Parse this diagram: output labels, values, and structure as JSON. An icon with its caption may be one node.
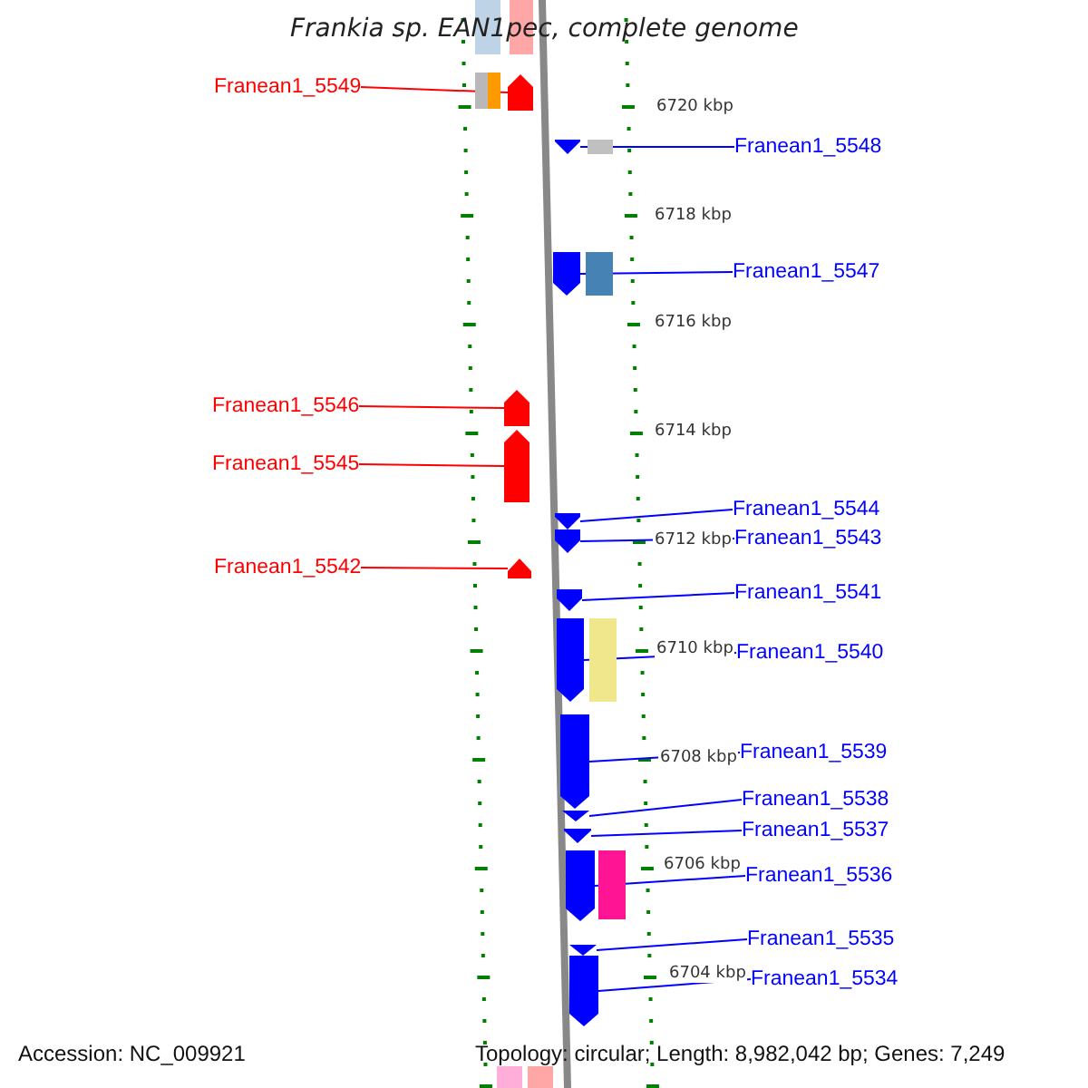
{
  "diagram": {
    "title": "Frankia sp. EAN1pec, complete genome",
    "nodes": [
      {
        "text": [
          "Franean1_5549"
        ]
      },
      {
        "text": [],
        "shape": "arrow"
      },
      {
        "text": [
          "Franean1_5548"
        ]
      },
      {
        "text": [],
        "shape": "arrow"
      },
      {
        "text": [
          "Franean1_5547"
        ]
      },
      {
        "text": [],
        "shape": "arrow"
      },
      {
        "text": [
          "Franean1_5546"
        ]
      },
      {
        "text": [],
        "shape": "arrow"
      },
      {
        "text": [
          "Franean1_5545"
        ]
      },
      {
        "text": [],
        "shape": "arrow"
      },
      {
        "text": [
          "Franean1_5544"
        ]
      },
      {
        "text": [],
        "shape": "arrow"
      },
      {
        "text": [
          "Franean1_5543"
        ]
      },
      {
        "text": [],
        "shape": "arrow"
      },
      {
        "text": [
          "Franean1_5542"
        ]
      },
      {
        "text": [],
        "shape": "arrow"
      },
      {
        "text": [
          "Franean1_5541"
        ]
      },
      {
        "text": [],
        "shape": "arrow"
      },
      {
        "text": [
          "Franean1_5540"
        ]
      },
      {
        "text": [],
        "shape": "arrow"
      },
      {
        "text": [
          "Franean1_5539"
        ]
      },
      {
        "text": [],
        "shape": "arrow"
      },
      {
        "text": [
          "Franean1_5538"
        ]
      },
      {
        "text": [],
        "shape": "arrow"
      },
      {
        "text": [
          "Franean1_5537"
        ]
      },
      {
        "text": [],
        "shape": "arrow"
      },
      {
        "text": [
          "Franean1_5536"
        ]
      },
      {
        "text": [],
        "shape": "arrow"
      },
      {
        "text": [
          "Franean1_5535"
        ]
      },
      {
        "text": [],
        "shape": "arrow"
      },
      {
        "text": [
          "Franean1_5534"
        ]
      },
      {
        "text": [],
        "shape": "arrow"
      }
    ],
    "edges": [
      {
        "from": 0,
        "to": 1,
        "arrow": "none",
        "color": "#ff0000"
      },
      {
        "from": 2,
        "to": 3,
        "arrow": "none"
      },
      {
        "from": 4,
        "to": 5,
        "arrow": "none"
      },
      {
        "from": 6,
        "to": 7,
        "arrow": "none",
        "color": "#ff0000"
      },
      {
        "from": 8,
        "to": 9,
        "arrow": "none",
        "color": "#ff0000"
      },
      {
        "from": 10,
        "to": 11,
        "arrow": "none"
      },
      {
        "from": 12,
        "to": 13,
        "arrow": "none"
      },
      {
        "from": 14,
        "to": 15,
        "arrow": "none",
        "color": "#ff0000"
      },
      {
        "from": 16,
        "to": 17,
        "arrow": "none"
      },
      {
        "from": 18,
        "to": 19,
        "arrow": "none"
      },
      {
        "from": 20,
        "to": 21,
        "arrow": "none"
      },
      {
        "from": 22,
        "to": 23,
        "arrow": "none"
      },
      {
        "from": 24,
        "to": 25,
        "arrow": "none"
      },
      {
        "from": 26,
        "to": 27,
        "arrow": "none"
      },
      {
        "from": 28,
        "to": 29,
        "arrow": "none"
      },
      {
        "from": 30,
        "to": 31,
        "arrow": "none"
      }
    ],
    "labels": [
      "6720 kbp",
      "6718 kbp",
      "6716 kbp",
      "6714 kbp",
      "6712 kbp",
      "6710 kbp",
      "6708 kbp",
      "6706 kbp",
      "6704 kbp",
      "Accession: NC_009921",
      "Topology: circular; Length: 8,982,042 bp; Genes: 7,249"
    ]
  }
}
